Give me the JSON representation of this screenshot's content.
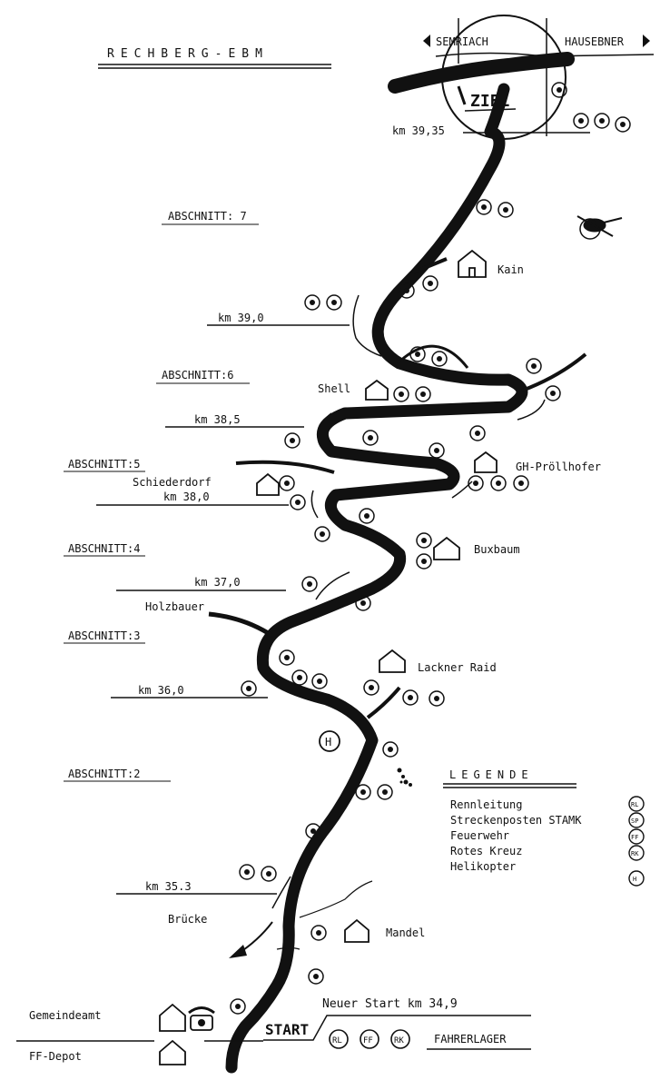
{
  "title": "RECHBERG-EBM",
  "top_labels": {
    "left": "SEMRIACH",
    "right": "HAUSEBNER"
  },
  "finish": "ZIEL",
  "start": "START",
  "km_markers": [
    "km 39,35",
    "km 39,0",
    "km 38,5",
    "km 38,0",
    "km 37,0",
    "km 36,0",
    "km 35.3"
  ],
  "sections": [
    "ABSCHNITT: 7",
    "ABSCHNITT:6",
    "ABSCHNITT:5",
    "ABSCHNITT:4",
    "ABSCHNITT:3",
    "ABSCHNITT:2"
  ],
  "places": {
    "kain": "Kain",
    "shell": "Shell",
    "proellhofer": "GH-Pröllhofer",
    "schiederdorf": "Schiederdorf",
    "buxbaum": "Buxbaum",
    "holzbauer": "Holzbauer",
    "lackner": "Lackner Raid",
    "bruecke": "Brücke",
    "mandel": "Mandel",
    "gemeindeamt": "Gemeindeamt",
    "ff_depot": "FF-Depot",
    "new_start": "Neuer Start km 34,9",
    "fahrerlager": "FAHRERLAGER"
  },
  "legend": {
    "title": "LEGENDE",
    "items": [
      {
        "label": "Rennleitung",
        "code": "RL"
      },
      {
        "label": "Streckenposten STAMK",
        "code": "SP"
      },
      {
        "label": "Feuerwehr",
        "code": "FF"
      },
      {
        "label": "Rotes Kreuz",
        "code": "RK"
      },
      {
        "label": "Helikopter",
        "code": "H"
      }
    ]
  },
  "helipad_code": "H"
}
